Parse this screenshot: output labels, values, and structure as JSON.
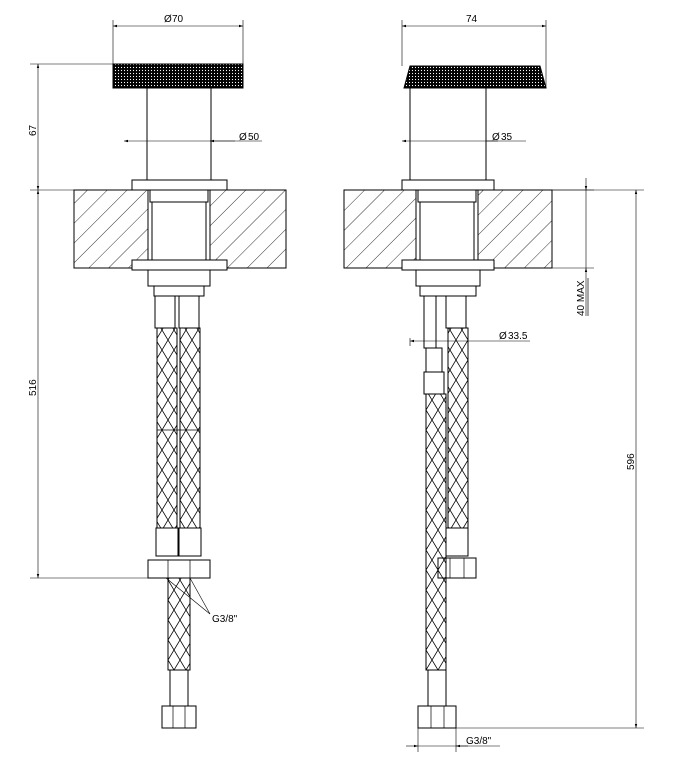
{
  "dimensions": {
    "left_knob_diameter": "70",
    "left_body_diameter": "50",
    "left_height_above": "67",
    "left_hose_length": "516",
    "left_thread": "G3/8\"",
    "right_knob_width": "74",
    "right_body_diameter": "35",
    "right_max_thickness": "40 MAX",
    "right_hose_diameter": "33.5",
    "right_total_length": "596",
    "right_thread": "G3/8\""
  },
  "symbols": {
    "diameter": "Ø"
  },
  "colors": {
    "line": "#000000",
    "background": "#ffffff"
  }
}
